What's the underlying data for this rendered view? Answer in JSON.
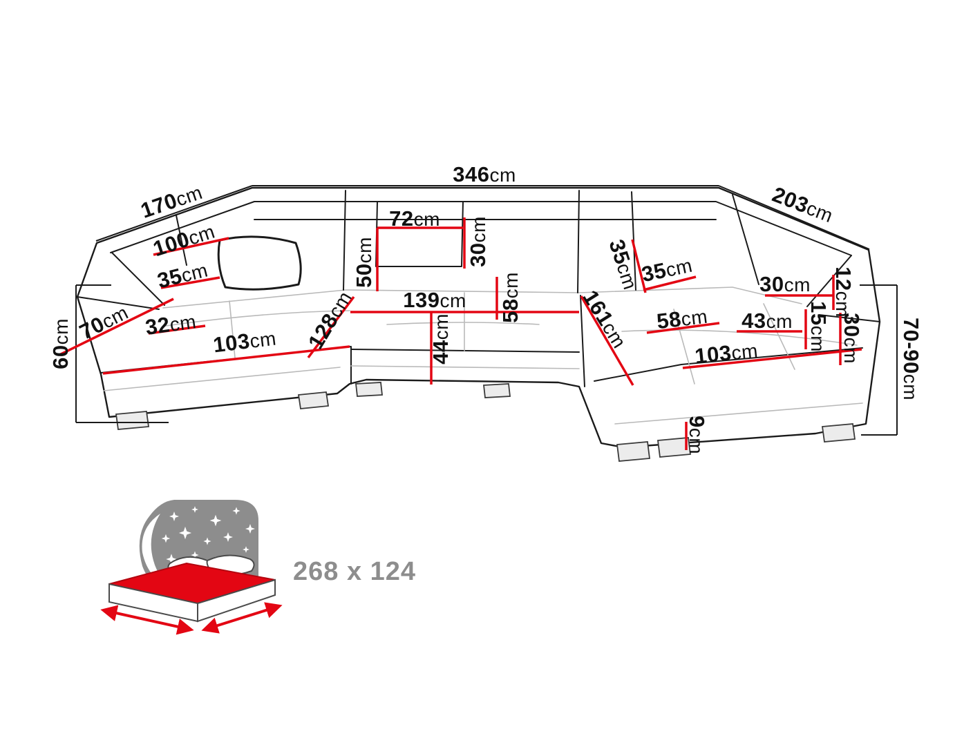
{
  "page": {
    "background": "#ffffff"
  },
  "colors": {
    "dimension_line": "#e30613",
    "sofa_outline": "#1a1a1a",
    "label_text": "#111111",
    "icon_gray": "#8d8d8d"
  },
  "unit_default": "cm",
  "dims": [
    {
      "id": "back-left-width",
      "value": "170",
      "unit": "cm"
    },
    {
      "id": "back-total-width",
      "value": "346",
      "unit": "cm"
    },
    {
      "id": "back-right-width",
      "value": "203",
      "unit": "cm"
    },
    {
      "id": "left-arm-length",
      "value": "100",
      "unit": "cm"
    },
    {
      "id": "left-arm-inner",
      "value": "35",
      "unit": "cm"
    },
    {
      "id": "left-corner-depth",
      "value": "70",
      "unit": "cm"
    },
    {
      "id": "left-side-height",
      "value": "60",
      "unit": "cm"
    },
    {
      "id": "left-seat-depth",
      "value": "32",
      "unit": "cm"
    },
    {
      "id": "left-seat-width",
      "value": "103",
      "unit": "cm"
    },
    {
      "id": "left-chaise-diagonal",
      "value": "128",
      "unit": "cm"
    },
    {
      "id": "backrest-height",
      "value": "50",
      "unit": "cm"
    },
    {
      "id": "headrest-width",
      "value": "72",
      "unit": "cm"
    },
    {
      "id": "headrest-height",
      "value": "30",
      "unit": "cm"
    },
    {
      "id": "middle-seat-width",
      "value": "139",
      "unit": "cm"
    },
    {
      "id": "middle-seat-depth",
      "value": "58",
      "unit": "cm"
    },
    {
      "id": "seat-front-height",
      "value": "44",
      "unit": "cm"
    },
    {
      "id": "right-chaise-length",
      "value": "161",
      "unit": "cm"
    },
    {
      "id": "right-back-segment",
      "value": "35",
      "unit": "cm"
    },
    {
      "id": "right-back-width",
      "value": "35",
      "unit": "cm"
    },
    {
      "id": "right-arm-headrest-width",
      "value": "30",
      "unit": "cm"
    },
    {
      "id": "right-arm-headrest-depth",
      "value": "12",
      "unit": "cm"
    },
    {
      "id": "right-seat-depth",
      "value": "58",
      "unit": "cm"
    },
    {
      "id": "right-arm-width",
      "value": "43",
      "unit": "cm"
    },
    {
      "id": "right-arm-gap",
      "value": "15",
      "unit": "cm"
    },
    {
      "id": "right-arm-height",
      "value": "30",
      "unit": "cm"
    },
    {
      "id": "right-seat-width",
      "value": "103",
      "unit": "cm"
    },
    {
      "id": "leg-height",
      "value": "9",
      "unit": "cm"
    },
    {
      "id": "total-height-range",
      "value": "70-90",
      "unit": "cm"
    }
  ],
  "sleeping": {
    "icon": "bed-with-starry-headboard-icon",
    "size": "268 x 124"
  }
}
